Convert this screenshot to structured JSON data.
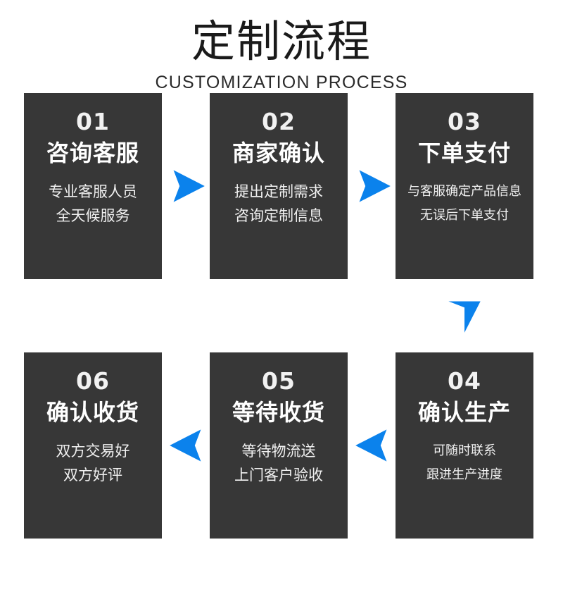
{
  "header": {
    "title": "定制流程",
    "subtitle": "CUSTOMIZATION PROCESS"
  },
  "theme": {
    "card_background": "#373737",
    "card_text": "#ffffff",
    "arrow_color": "#0b82ec",
    "page_background": "#ffffff",
    "title_color": "#1a1a1a"
  },
  "steps": [
    {
      "number": "01",
      "name": "咨询客服",
      "desc_line1": "专业客服人员",
      "desc_line2": "全天候服务"
    },
    {
      "number": "02",
      "name": "商家确认",
      "desc_line1": "提出定制需求",
      "desc_line2": "咨询定制信息"
    },
    {
      "number": "03",
      "name": "下单支付",
      "desc_line1": "与客服确定产品信息",
      "desc_line2": "无误后下单支付"
    },
    {
      "number": "04",
      "name": "确认生产",
      "desc_line1": "可随时联系",
      "desc_line2": "跟进生产进度"
    },
    {
      "number": "05",
      "name": "等待收货",
      "desc_line1": "等待物流送",
      "desc_line2": "上门客户验收"
    },
    {
      "number": "06",
      "name": "确认收货",
      "desc_line1": "双方交易好",
      "desc_line2": "双方好评"
    }
  ],
  "arrows": [
    {
      "id": "arrow-step1-to-step2",
      "direction": "right"
    },
    {
      "id": "arrow-step2-to-step3",
      "direction": "right"
    },
    {
      "id": "arrow-step3-to-step4",
      "direction": "down"
    },
    {
      "id": "arrow-step4-to-step5",
      "direction": "left"
    },
    {
      "id": "arrow-step5-to-step6",
      "direction": "left"
    }
  ]
}
